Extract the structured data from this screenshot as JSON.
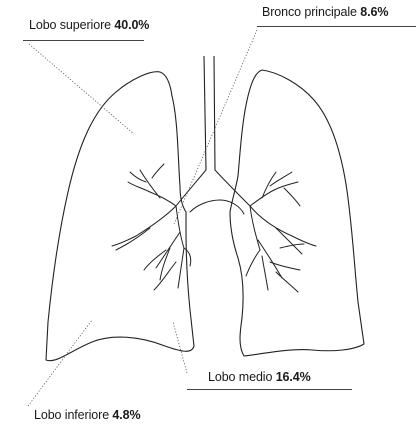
{
  "labels": {
    "lobo_superiore": {
      "name": "Lobo superiore",
      "value": "40.0%"
    },
    "bronco_principale": {
      "name": "Bronco principale",
      "value": "8.6%"
    },
    "lobo_medio": {
      "name": "Lobo medio",
      "value": "16.4%"
    },
    "lobo_inferiore": {
      "name": "Lobo inferiore",
      "value": "4.8%"
    }
  },
  "colors": {
    "outline": "#222222",
    "leader": "#555555",
    "text": "#1a1a1a"
  }
}
